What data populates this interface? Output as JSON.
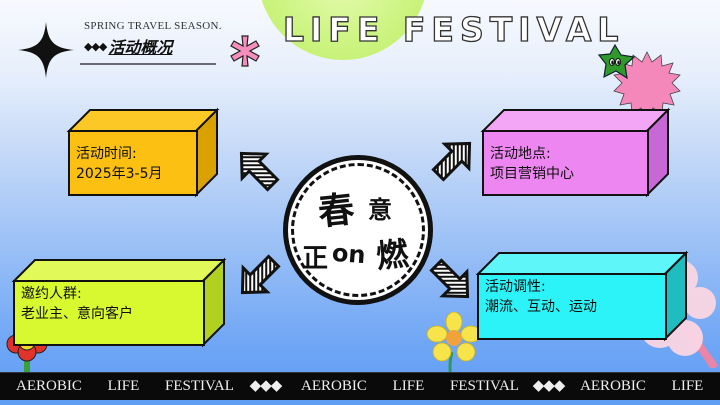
{
  "header": {
    "kicker": "SPRING TRAVEL SEASON.",
    "dots": "◆◆◆",
    "section_title": "活动概况",
    "main_title": "LIFE FESTIVAL"
  },
  "center": {
    "slogan_parts": [
      "春",
      "意",
      "正",
      "on",
      "燃"
    ],
    "slogan_full": "春意正on燃"
  },
  "cards": [
    {
      "label": "活动时间:",
      "value": "2025年3-5月",
      "color": "#fbc012",
      "side_color": "#d9a200",
      "top_color": "#fcc826"
    },
    {
      "label": "活动地点:",
      "value": "项目营销中心",
      "color": "#ee86f2",
      "side_color": "#c867d6",
      "top_color": "#f3a6f6"
    },
    {
      "label": "邀约人群:",
      "value": "老业主、意向客户",
      "color": "#d8f830",
      "side_color": "#b2d01f",
      "top_color": "#e1fa5a"
    },
    {
      "label": "活动调性:",
      "value": "潮流、互动、运动",
      "color": "#2cf3f7",
      "side_color": "#1fbdc0",
      "top_color": "#5ef6f9"
    }
  ],
  "footer": {
    "items": [
      "AEROBIC",
      "LIFE",
      "FESTIVAL",
      "◆◆◆",
      "AEROBIC",
      "LIFE",
      "FESTIVAL",
      "◆◆◆",
      "AEROBIC",
      "LIFE"
    ]
  },
  "colors": {
    "background_top": "#f7f9fe",
    "background_bottom": "#5f9df4",
    "accent_green": "#c7f277",
    "accent_pink": "#f58dbd",
    "footer_bg": "#0a0a0a"
  }
}
